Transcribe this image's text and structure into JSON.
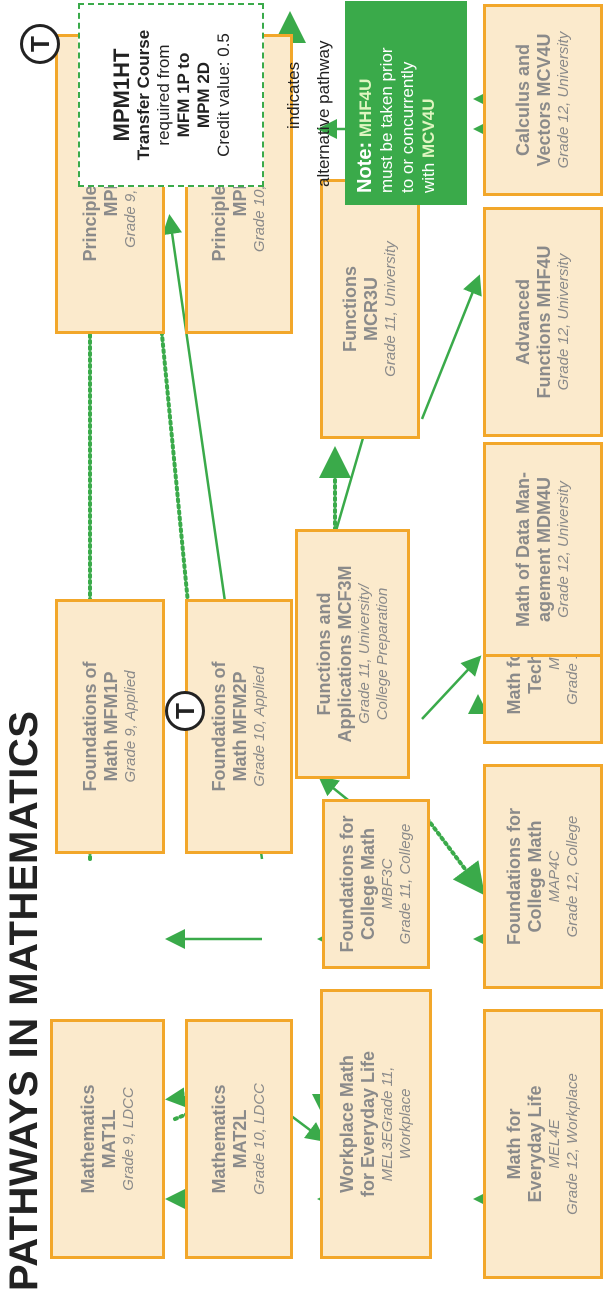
{
  "title": "PATHWAYS IN MATHEMATICS",
  "courses": {
    "mfm1p": {
      "l1": "Foundations of",
      "l2": "Math MFM1P",
      "l3": "Grade 9, Applied",
      "l4": ""
    },
    "mpm1d": {
      "l1": "Principles of Math",
      "l2": "MPM1D",
      "l3": "Grade 9, Academic",
      "l4": ""
    },
    "mat1l": {
      "l1": "Mathematics",
      "l2": "MAT1L",
      "l3": "Grade 9, LDCC",
      "l4": ""
    },
    "mat2l": {
      "l1": "Mathematics",
      "l2": "MAT2L",
      "l3": "Grade 10, LDCC",
      "l4": ""
    },
    "mfm2p": {
      "l1": "Foundations of",
      "l2": "Math MFM2P",
      "l3": "Grade 10, Applied",
      "l4": ""
    },
    "mpm2d": {
      "l1": "Principles of Math",
      "l2": "MPM2D",
      "l3": "Grade 10, Academic",
      "l4": ""
    },
    "mel3e": {
      "l1": "Workplace Math",
      "l2": "for Everyday Life",
      "l3": "MEL3EGrade 11,",
      "l4": "Workplace"
    },
    "mbf3c": {
      "l1": "Foundations for",
      "l2": "College Math",
      "l3": "MBF3C",
      "l4": "Grade 11, College"
    },
    "mcf3m": {
      "l1": "Functions and",
      "l2": "Applications MCF3M",
      "l3": "Grade 11, University/",
      "l4": "College Preparation"
    },
    "mcr3u": {
      "l1": "Functions",
      "l2": "MCR3U",
      "l3": "Grade 11, University",
      "l4": ""
    },
    "mel4e": {
      "l1": "Math for",
      "l2": "Everyday Life",
      "l3": "MEL4E",
      "l4": "Grade 12, Workplace"
    },
    "map4c": {
      "l1": "Foundations for",
      "l2": "College Math",
      "l3": "MAP4C",
      "l4": "Grade 12, College"
    },
    "mct4c": {
      "l1": "Math for College",
      "l2": "Technology",
      "l3": "MCT4C",
      "l4": "Grade 12, College"
    },
    "mdm4u": {
      "l1": "Math of Data Man-",
      "l2": "agement MDM4U",
      "l3": "Grade 12, University",
      "l4": ""
    },
    "mhf4u": {
      "l1": "Advanced",
      "l2": "Functions MHF4U",
      "l3": "Grade 12, University",
      "l4": ""
    },
    "mcv4u": {
      "l1": "Calculus and",
      "l2": "Vectors MCV4U",
      "l3": "Grade 12, University",
      "l4": ""
    }
  },
  "t_symbol": "T",
  "transfer": {
    "code": "MPM1HT",
    "label": "Transfer Course",
    "line1": "required from",
    "line2": "MFM 1P to",
    "line3": "MPM 2D",
    "line4": "Credit value: 0.5"
  },
  "legend": {
    "text1": "indicates",
    "text2": "alternative pathway"
  },
  "note": {
    "label": "Note:",
    "code1": "MHF4U",
    "text1": "must be taken prior",
    "text2": "to or concurrently",
    "text3": "with",
    "code2": "MCV4U"
  },
  "colors": {
    "arrow": "#3aaa4a",
    "box_fill": "#fbeacc",
    "box_border": "#f2a72a",
    "text_grey": "#8a8a8a"
  }
}
